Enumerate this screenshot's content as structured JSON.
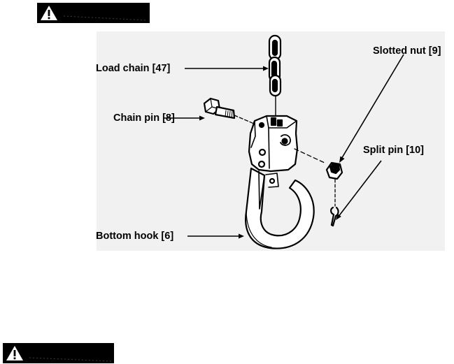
{
  "warnings": [
    {
      "icon": "warning-triangle-icon"
    },
    {
      "icon": "warning-triangle-icon"
    }
  ],
  "labels": {
    "load_chain": "Load chain [47]",
    "chain_pin": "Chain pin [8]",
    "bottom_hook": "Bottom hook [6]",
    "slotted_nut": "Slotted nut [9]",
    "split_pin": "Split pin [10]"
  },
  "colors": {
    "banner": "#000000",
    "figure_background": "#f1f1f1",
    "ink": "#000000"
  }
}
